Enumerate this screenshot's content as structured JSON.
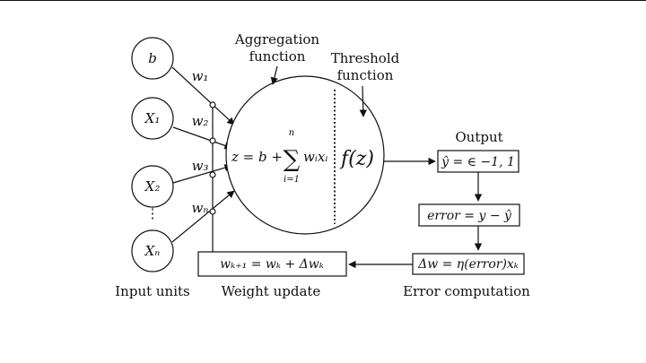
{
  "diagram": {
    "inputs": [
      {
        "id": "b",
        "text": "b"
      },
      {
        "id": "x1",
        "text": "X₁"
      },
      {
        "id": "x2",
        "text": "X₂"
      },
      {
        "id": "xn",
        "text": "Xₙ"
      }
    ],
    "ellipsis": "⋮",
    "weights": [
      "w₁",
      "w₂",
      "w₃",
      "wₙ"
    ],
    "labels": {
      "aggregation": [
        "Aggregation",
        "function"
      ],
      "threshold": [
        "Threshold",
        "function"
      ],
      "output": "Output",
      "input_units": "Input units",
      "weight_update": "Weight update",
      "error_computation": "Error computation"
    },
    "formulas": {
      "aggregation": "z = b + ",
      "sum_top": "n",
      "sum_symbol": "∑",
      "sum_bottom": "i=1",
      "sum_term": "wᵢxᵢ",
      "activation": "f(z)",
      "output": "ŷ = ∈ −1, 1",
      "error": "error = y − ŷ",
      "delta": "Δw = η(error)xₖ",
      "update": "wₖ₊₁ = wₖ + Δwₖ"
    }
  }
}
